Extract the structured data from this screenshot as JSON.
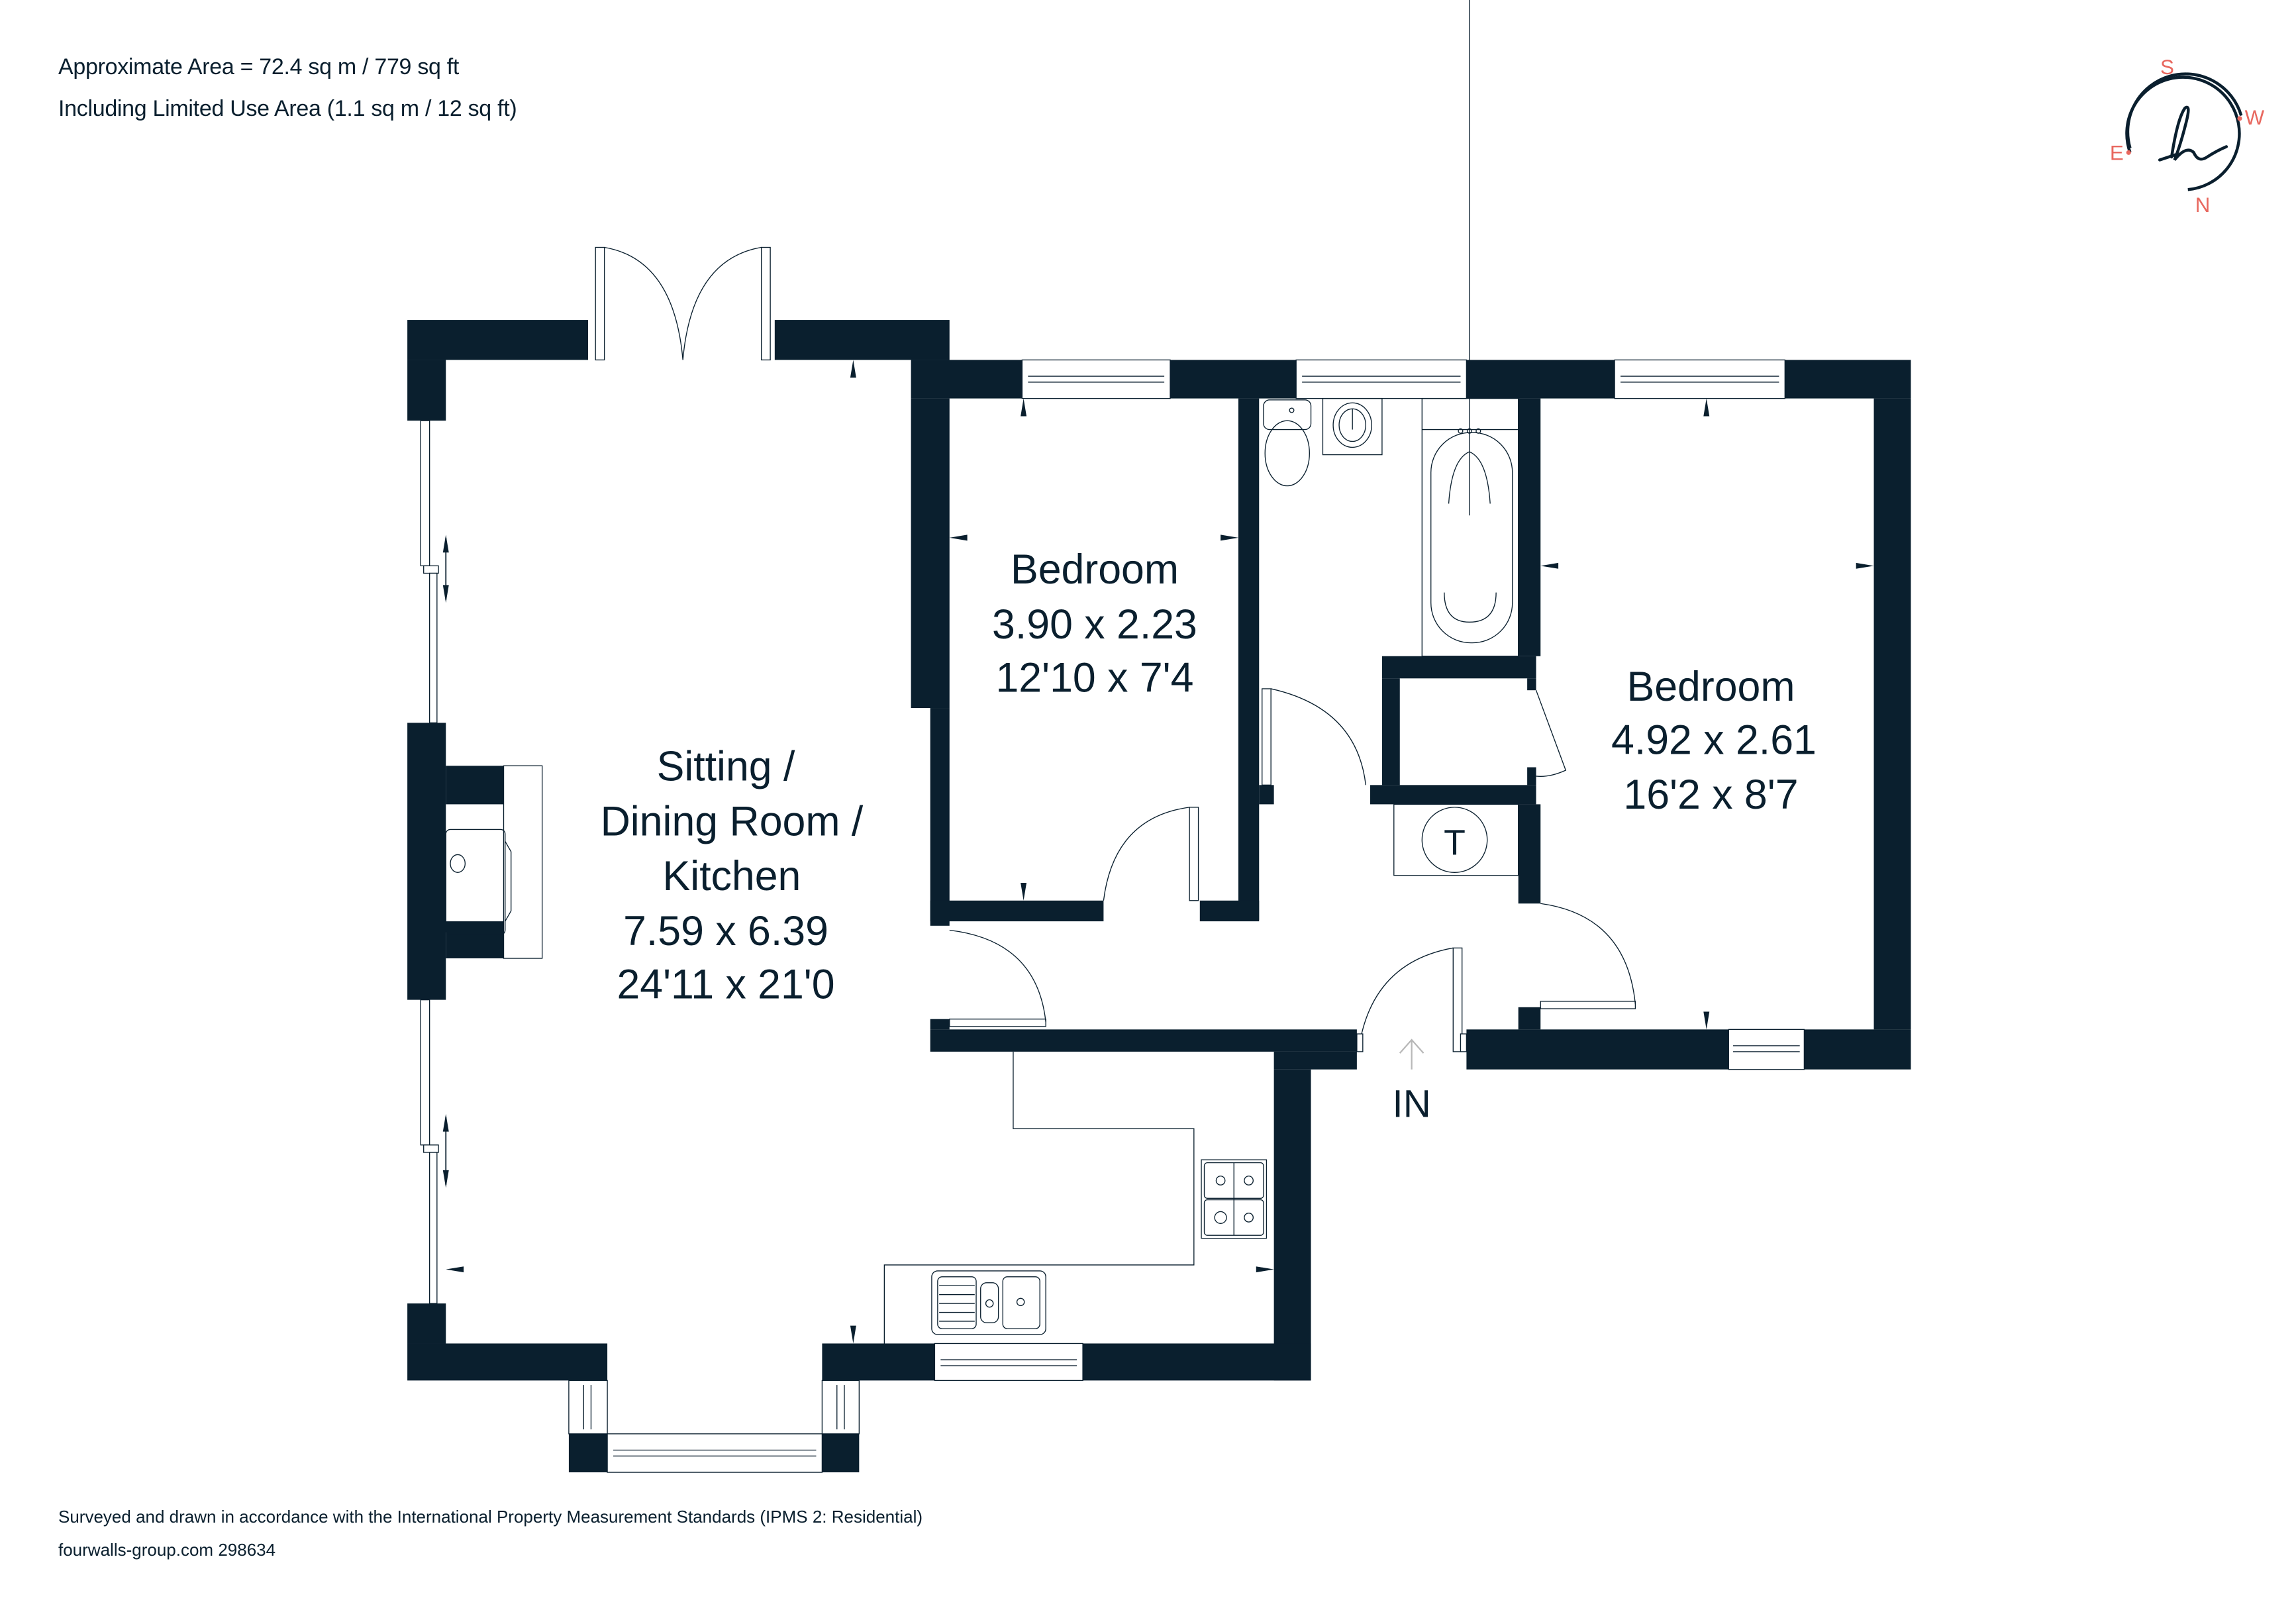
{
  "header": {
    "area_line": "Approximate Area = 72.4 sq m / 779 sq ft",
    "limited_use_line": "Including Limited Use Area (1.1 sq m / 12 sq ft)"
  },
  "compass": {
    "top": "S",
    "right": "W",
    "left": "E",
    "bottom": "N",
    "logo_glyph": "h",
    "ring_color": "#0a1f2e",
    "letter_color": "#e8685f"
  },
  "rooms": {
    "sitting": {
      "line1": "Sitting /",
      "line2": "Dining Room /",
      "line3": "Kitchen",
      "metric": "7.59 x 6.39",
      "imperial": "24'11 x 21'0"
    },
    "bedroom1": {
      "name": "Bedroom",
      "metric": "3.90 x 2.23",
      "imperial": "12'10 x 7'4"
    },
    "bedroom2": {
      "name": "Bedroom",
      "metric": "4.92 x 2.61",
      "imperial": "16'2 x 8'7"
    }
  },
  "symbols": {
    "tank_label": "T",
    "entrance_label": "IN"
  },
  "footer": {
    "standards_line": "Surveyed and drawn in accordance with the International Property Measurement Standards (IPMS 2: Residential)",
    "ref_line": "fourwalls-group.com 298634"
  },
  "colors": {
    "wall": "#0a1f2e",
    "accent": "#e8685f",
    "background": "#ffffff"
  }
}
